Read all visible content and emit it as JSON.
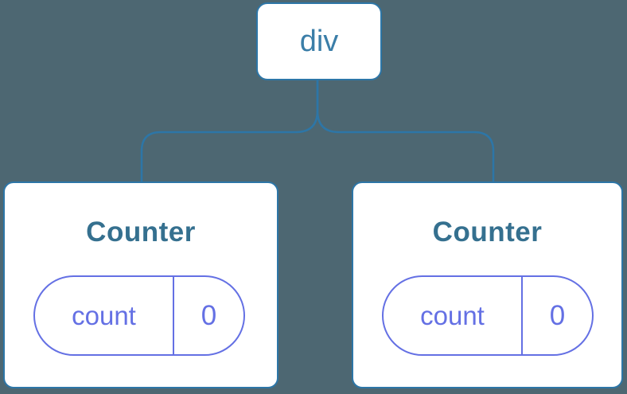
{
  "diagram": {
    "root": {
      "label": "div"
    },
    "children": [
      {
        "title": "Counter",
        "state": {
          "key": "count",
          "value": "0"
        }
      },
      {
        "title": "Counter",
        "state": {
          "key": "count",
          "value": "0"
        }
      }
    ]
  },
  "colors": {
    "background": "#4D6772",
    "node_fill": "#FFFFFF",
    "node_border": "#2D76A7",
    "root_label": "#3B7EA8",
    "card_title": "#35708F",
    "state": "#6470E4"
  }
}
